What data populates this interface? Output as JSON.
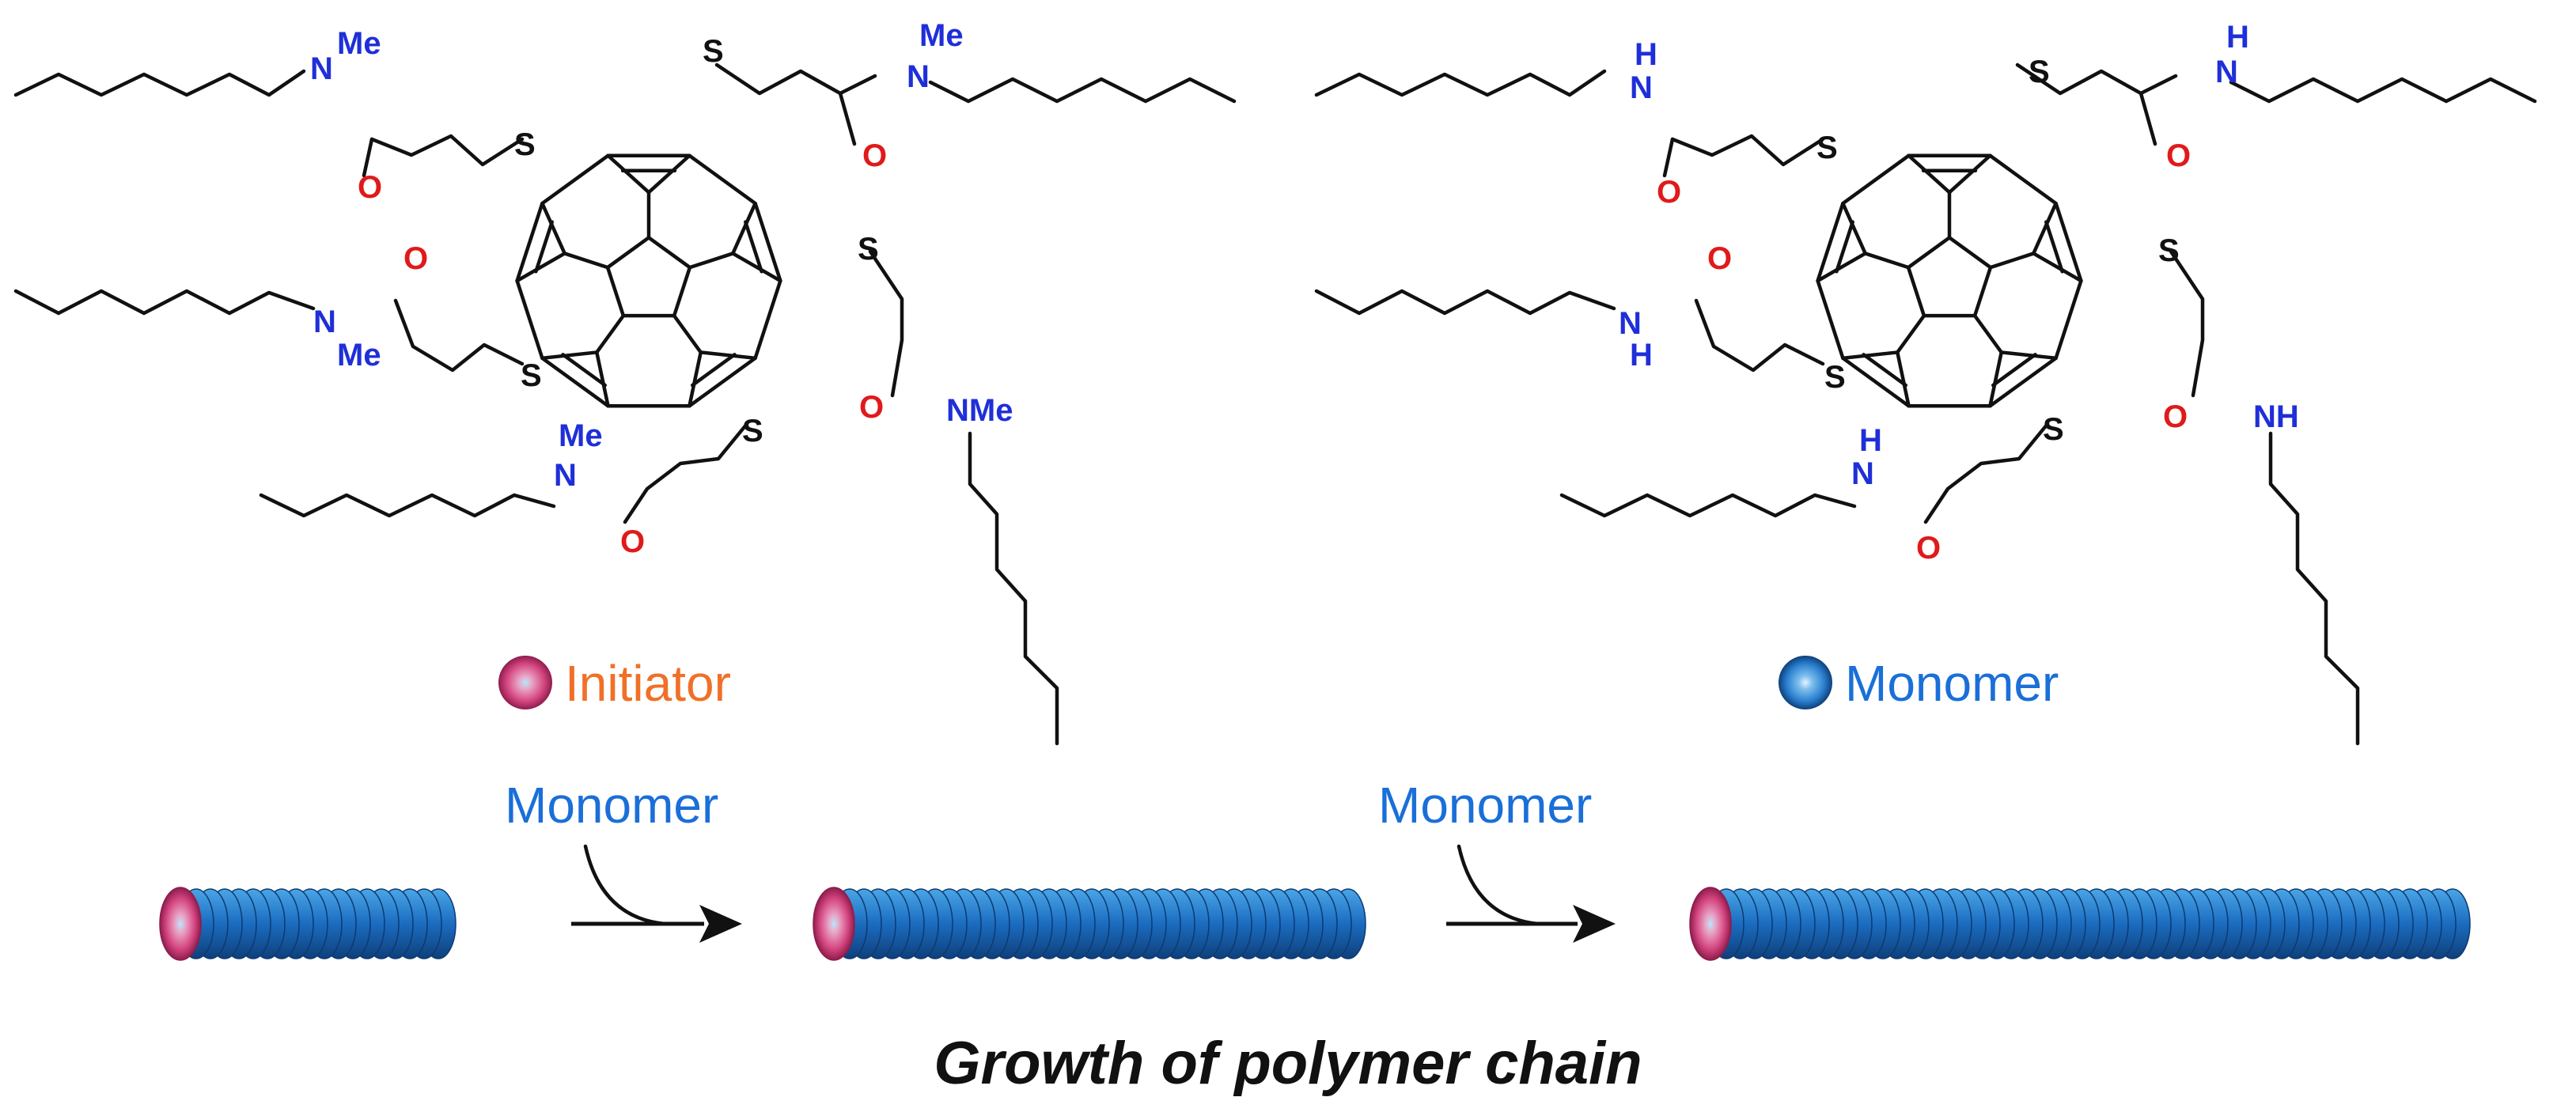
{
  "atoms": {
    "sulfur": "S",
    "nitrogen": "N",
    "oxygen": "O",
    "hydrogen": "H",
    "methyl": "Me",
    "n_methyl": "NMe",
    "n_hydrogen": "NH"
  },
  "legend": {
    "initiator": {
      "label": "Initiator",
      "color": "#f07028",
      "icon": "initiator-disc-icon"
    },
    "monomer": {
      "label": "Monomer",
      "color": "#1a6fd8",
      "icon": "monomer-disc-icon"
    }
  },
  "reaction": {
    "step1_label": "Monomer",
    "step2_label": "Monomer",
    "caption": "Growth of polymer chain"
  },
  "colors": {
    "nitrogen": "#1f2fd8",
    "oxygen": "#e01a1a",
    "initiator_outer": "#d4457f",
    "monomer_outer": "#2a7fcf"
  }
}
